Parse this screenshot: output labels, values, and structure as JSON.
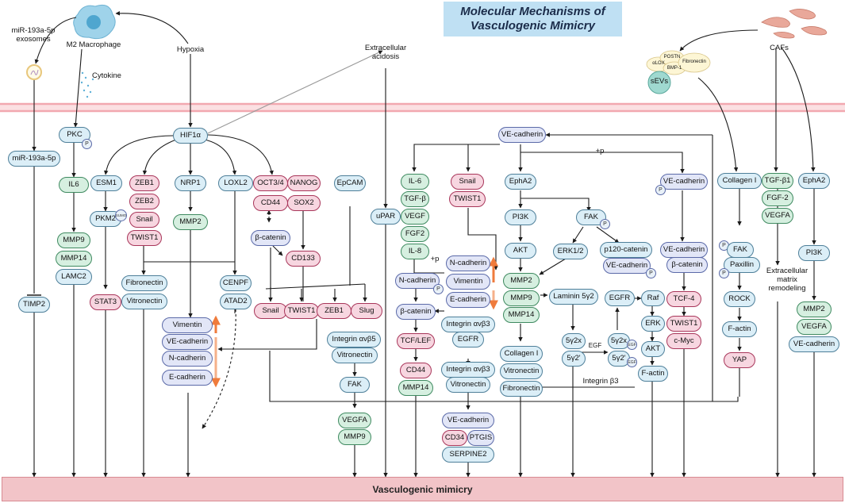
{
  "title": {
    "line1": "Molecular Mechanisms of",
    "line2": "Vasculogenic Mimicry"
  },
  "footer": "Vasculogenic mimicry",
  "labels": {
    "mir_exosomes": "miR-193a-5p\nexosomes",
    "m2_macrophage": "M2 Macrophage",
    "cytokine": "Cytokine",
    "hypoxia": "Hypoxia",
    "acidosis": "Extracellular\nacidosis",
    "cafs": "CAFs",
    "ecm_remodeling": "Extracellular\nmatrix\nremodeling",
    "plus_p_top": "+p",
    "plus_p_mid": "+p",
    "egf_label": "EGF",
    "integrin_b3": "Integrin β3"
  },
  "badges": {
    "p": "P",
    "sumo": "SUMO",
    "egf": "EGF"
  },
  "sevs_cluster": {
    "alox": "αLOX",
    "postn": "POSTN",
    "bmp": "BMP-1",
    "fibronectin": "Fibronectin",
    "sevs": "sEVs"
  },
  "nodes": {
    "mir193": "miR-193a-5p",
    "timp2": "TIMP2",
    "pkc": "PKC",
    "il6_left": "IL6",
    "mmp9_left": "MMP9",
    "mmp14_left": "MMP14",
    "lamc2": "LAMC2",
    "hif1a": "HIF1α",
    "esm1": "ESM1",
    "pkm2": "PKM2",
    "stat3": "STAT3",
    "zeb1_a": "ZEB1",
    "zeb2": "ZEB2",
    "snail_a": "Snail",
    "twist1_a": "TWIST1",
    "nrp1": "NRP1",
    "mmp2_a": "MMP2",
    "loxl2": "LOXL2",
    "fibronectin_a": "Fibronectin",
    "vitronectin_a": "Vitronectin",
    "cenpf": "CENPF",
    "atad2": "ATAD2",
    "oct34": "OCT3/4",
    "nanog": "NANOG",
    "cd44_a": "CD44",
    "sox2": "SOX2",
    "bcatenin_a": "β-catenin",
    "cd133": "CD133",
    "epcam": "EpCAM",
    "snail_b": "Snail",
    "twist1_b": "TWIST1",
    "zeb1_b": "ZEB1",
    "slug": "Slug",
    "vimentin_a": "Vimentin",
    "vecad_a": "VE-cadherin",
    "ncad_a": "N-cadherin",
    "ecad_a": "E-cadherin",
    "upar": "uPAR",
    "integrin_avb5": "Integrin αvβ5",
    "vitronectin_b": "Vitronectin",
    "fak_a": "FAK",
    "vegfa_a": "VEGFA",
    "mmp9_a": "MMP9",
    "il6_b": "IL-6",
    "tgfb_a": "TGF-β",
    "vegf_a": "VEGF",
    "fgf2_a": "FGF2",
    "il8": "IL-8",
    "snail_c": "Snail",
    "twist1_c": "TWIST1",
    "ncad_b": "N-cadherin",
    "bcatenin_b": "β-catenin",
    "tcflef": "TCF/LEF",
    "cd44_b": "CD44",
    "mmp14_b": "MMP14",
    "ncad_c": "N-cadherin",
    "vimentin_b": "Vimentin",
    "ecad_b": "E-cadherin",
    "integrin_avb3_a": "Integrin αvβ3",
    "egfr_a": "EGFR",
    "integrin_avb3_b": "Integrin αvβ3",
    "vitronectin_c": "Vitronectin",
    "vecad_b": "VE-cadherin",
    "cd34": "CD34",
    "ptgis": "PTGIS",
    "serpine2": "SERPINE2",
    "vecad_top": "VE-cadherin",
    "epha2_a": "EphA2",
    "pi3k_a": "PI3K",
    "akt_a": "AKT",
    "mmp2_b": "MMP2",
    "mmp9_b": "MMP9",
    "mmp14_c": "MMP14",
    "collagen_a": "Collagen I",
    "vitronectin_d": "Vitronectin",
    "fibronectin_b": "Fibronectin",
    "fak_b": "FAK",
    "erk12": "ERK1/2",
    "p120": "p120-catenin",
    "vecad_c": "VE-cadherin",
    "laminin": "Laminin 5γ2",
    "g5y2x_a": "5γ2x",
    "g5y2p_a": "5γ2'",
    "g5y2x_b": "5γ2x",
    "g5y2p_b": "5γ2'",
    "egfr_b": "EGFR",
    "raf": "Raf",
    "erk": "ERK",
    "akt_b": "AKT",
    "factin_a": "F-actin",
    "vecad_d": "VE-cadherin",
    "vecad_e": "VE-cadherin",
    "bcatenin_c": "β-catenin",
    "tcf4": "TCF-4",
    "twist1_d": "TWIST1",
    "cmyc": "c-Myc",
    "collagen_b": "Collagen I",
    "fak_c": "FAK",
    "paxillin": "Paxillin",
    "rock": "ROCK",
    "factin_b": "F-actin",
    "yap": "YAP",
    "tgfb1": "TGF-β1",
    "fgf2_b": "FGF-2",
    "vegfa_b": "VEGFA",
    "epha2_b": "EphA2",
    "pi3k_b": "PI3K",
    "mmp2_c": "MMP2",
    "vegfa_c": "VEGFA",
    "vecad_f": "VE-cadherin"
  },
  "colors": {
    "blue_fill": "#dbeef7",
    "green_fill": "#d6efe0",
    "pink_fill": "#f7d6e0",
    "lavender_fill": "#e2e6f7",
    "membrane": "#f2b8bd",
    "title_bg": "#bfe0f3",
    "footer_bg": "#f2c4c8",
    "arrow": "#1a1a1a",
    "emt_arrow": "#ef7b3c"
  }
}
